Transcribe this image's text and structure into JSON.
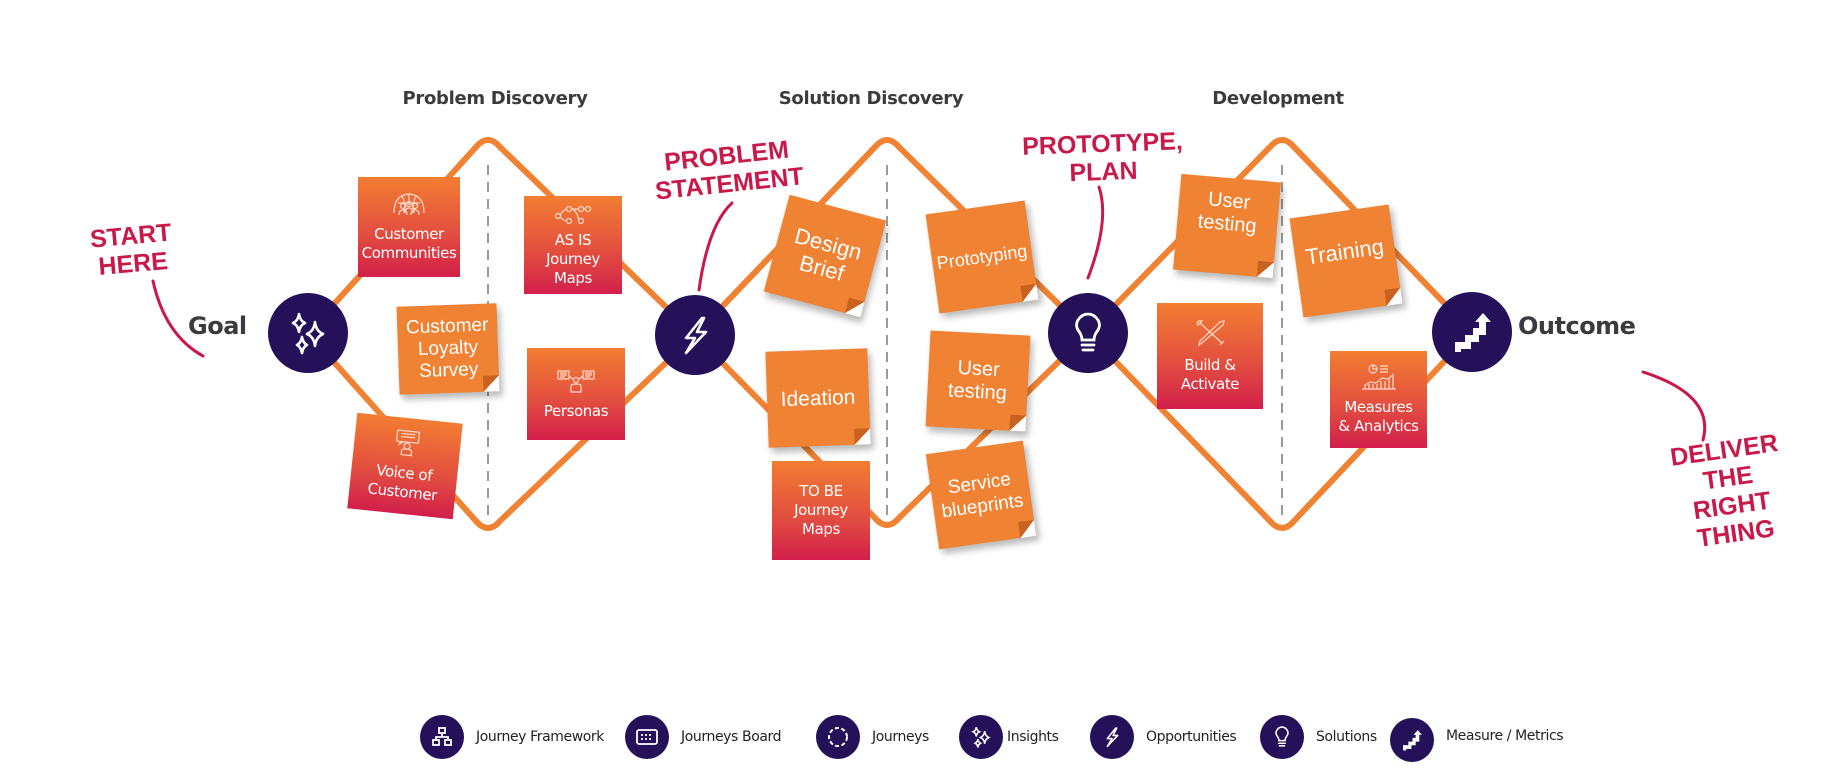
{
  "colors": {
    "path": "#f08234",
    "node": "#24115a",
    "annotation": "#c8194a",
    "sticky": "#f08234",
    "card_top": "#f27d32",
    "card_bottom": "#d21f4b",
    "divider": "#9a9a9a"
  },
  "phases": [
    {
      "title": "Problem Discovery"
    },
    {
      "title": "Solution Discovery"
    },
    {
      "title": "Development"
    }
  ],
  "endpoints": {
    "start_label": "Goal",
    "end_label": "Outcome"
  },
  "nodes": [
    {
      "name": "goal-node",
      "icon": "sparkles-icon"
    },
    {
      "name": "opportunity-node",
      "icon": "lightning-icon"
    },
    {
      "name": "solution-node",
      "icon": "lightbulb-icon"
    },
    {
      "name": "outcome-node",
      "icon": "stairs-arrow-icon"
    }
  ],
  "annotations": {
    "start": "START\nHERE",
    "problem": "PROBLEM\nSTATEMENT",
    "prototype": "PROTOTYPE,\nPLAN",
    "deliver": "DELIVER\nTHE RIGHT\nTHING"
  },
  "cards": {
    "customer_communities": {
      "label": "Customer\nCommunities",
      "icon": "globe-people-icon"
    },
    "customer_loyalty_survey": {
      "label": "Customer\nLoyalty\nSurvey"
    },
    "voice_of_customer": {
      "label": "Voice of\nCustomer",
      "icon": "speech-person-icon"
    },
    "as_is_journey_maps": {
      "label": "AS IS\nJourney\nMaps",
      "icon": "branching-nodes-icon"
    },
    "personas": {
      "label": "Personas",
      "icon": "persona-documents-icon"
    },
    "design_brief": {
      "label": "Design\nBrief"
    },
    "ideation": {
      "label": "Ideation"
    },
    "to_be_journey_maps": {
      "label": "TO BE\nJourney\nMaps"
    },
    "prototyping": {
      "label": "Prototyping"
    },
    "user_testing_solution": {
      "label": "User\ntesting"
    },
    "service_blueprints": {
      "label": "Service\nblueprints"
    },
    "user_testing_development": {
      "label": "User\ntesting"
    },
    "build_activate": {
      "label": "Build &\nActivate",
      "icon": "tools-icon"
    },
    "training": {
      "label": "Training"
    },
    "measures_analytics": {
      "label": "Measures\n& Analytics",
      "icon": "analytics-chart-icon"
    }
  },
  "legend": [
    {
      "label": "Journey Framework",
      "icon": "hierarchy-icon"
    },
    {
      "label": "Journeys Board",
      "icon": "board-icon"
    },
    {
      "label": "Journeys",
      "icon": "dashed-circle-icon"
    },
    {
      "label": "Insights",
      "icon": "sparkles-icon"
    },
    {
      "label": "Opportunities",
      "icon": "lightning-icon"
    },
    {
      "label": "Solutions",
      "icon": "lightbulb-icon"
    },
    {
      "label": "Measure / Metrics",
      "icon": "stairs-arrow-icon"
    }
  ]
}
